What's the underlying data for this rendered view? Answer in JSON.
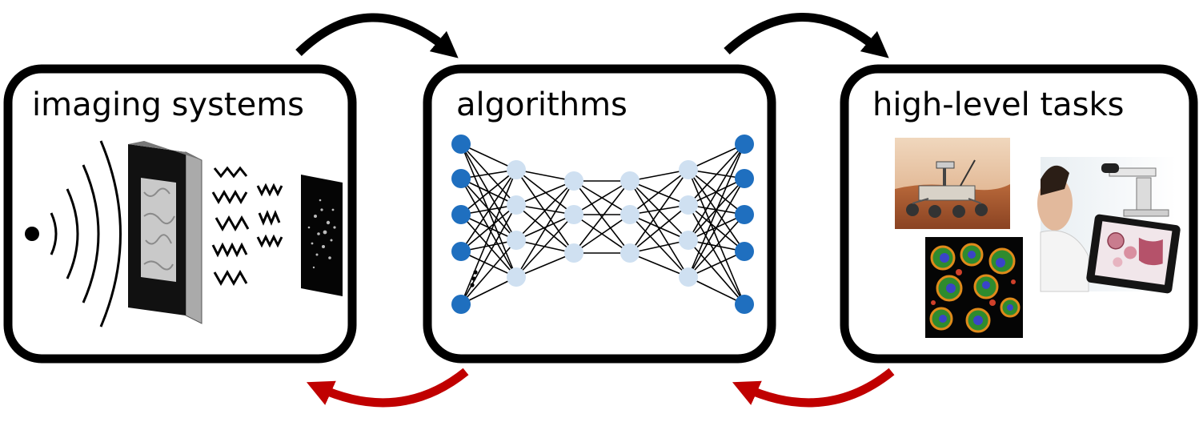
{
  "panels": [
    {
      "title": "imaging systems",
      "icon": "wave-propagation-icon"
    },
    {
      "title": "algorithms",
      "icon": "neural-network-icon"
    },
    {
      "title": "high-level tasks",
      "icon": "application-photos-icon"
    }
  ],
  "arrows": {
    "forward_color": "#000000",
    "feedback_color": "#c00000"
  },
  "network": {
    "input_color": "#1f6fbf",
    "hidden_color": "#cfe0f1",
    "layers": [
      {
        "role": "input",
        "nodes": 5,
        "ellipsis": true
      },
      {
        "role": "hidden",
        "nodes": 4
      },
      {
        "role": "hidden",
        "nodes": 3
      },
      {
        "role": "hidden",
        "nodes": 3
      },
      {
        "role": "hidden",
        "nodes": 4
      },
      {
        "role": "output",
        "nodes": 5
      }
    ]
  }
}
